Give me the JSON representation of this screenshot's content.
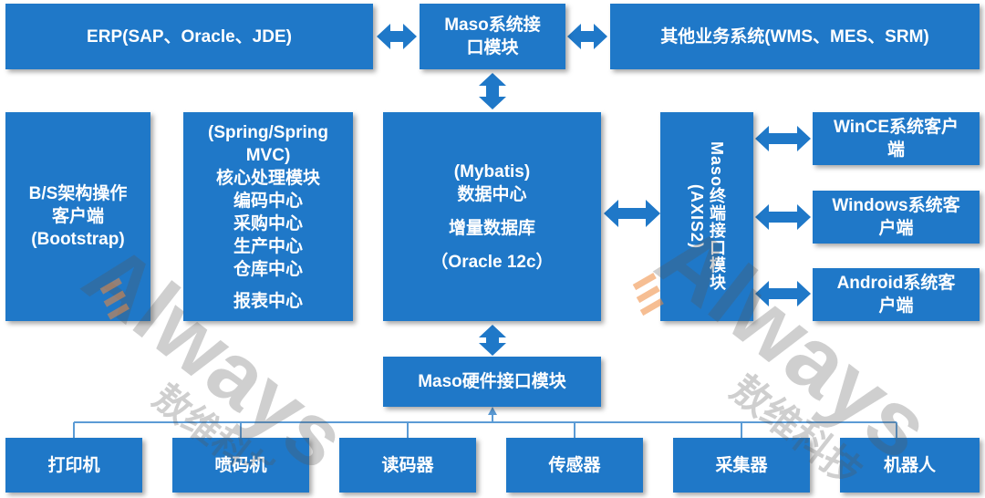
{
  "top": {
    "erp": "ERP(SAP、Oracle、JDE)",
    "maso_interface": [
      "Maso系统接",
      "口模块"
    ],
    "other_systems": "其他业务系统(WMS、MES、SRM)"
  },
  "middle": {
    "bs_client": [
      "B/S架构操作",
      "客户端",
      "(Bootstrap)"
    ],
    "spring": [
      "(Spring/Spring",
      "MVC)",
      "核心处理模块",
      "编码中心",
      "采购中心",
      "生产中心",
      "仓库中心",
      "报表中心"
    ],
    "data_center": [
      "(Mybatis)",
      "数据中心",
      "增量数据库",
      "（Oracle 12c）"
    ],
    "terminal_module": "Maso终端接口模块(AXIS2)",
    "clients": [
      [
        "WinCE系统客户",
        "端"
      ],
      [
        "Windows系统客",
        "户端"
      ],
      [
        "Android系统客",
        "户端"
      ]
    ]
  },
  "hardware_interface": "Maso硬件接口模块",
  "devices": [
    "打印机",
    "喷码机",
    "读码器",
    "传感器",
    "采集器",
    "机器人"
  ],
  "watermark": [
    "敖维科技",
    "Always"
  ],
  "colors": {
    "box": "#1f78c8",
    "line": "#5b9bd5"
  }
}
